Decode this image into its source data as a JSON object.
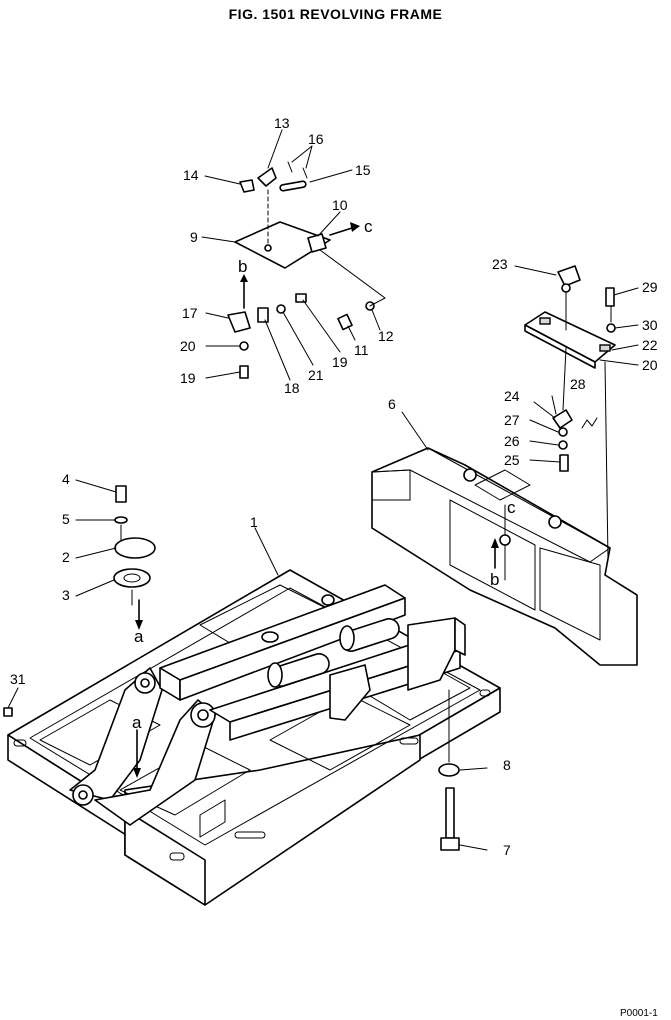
{
  "title": "FIG. 1501   REVOLVING FRAME",
  "corner_code": "P0001-1",
  "part_numbers": [
    "1",
    "2",
    "3",
    "4",
    "5",
    "6",
    "7",
    "8",
    "9",
    "10",
    "11",
    "12",
    "13",
    "14",
    "15",
    "16",
    "17",
    "18",
    "19",
    "19",
    "20",
    "20",
    "21",
    "22",
    "23",
    "24",
    "25",
    "26",
    "27",
    "28",
    "29",
    "30",
    "31"
  ],
  "view_letters": [
    "a",
    "a",
    "b",
    "b",
    "c",
    "c"
  ]
}
